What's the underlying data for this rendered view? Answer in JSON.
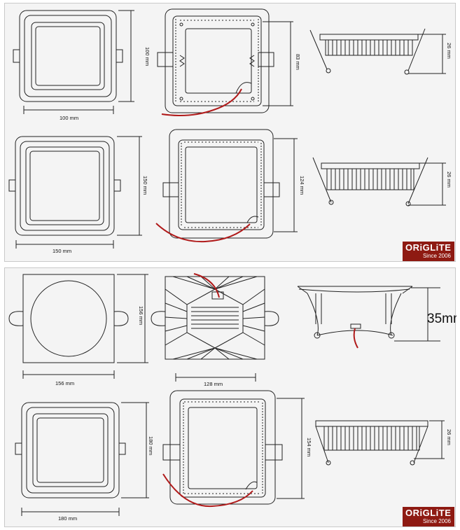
{
  "brand": {
    "name": "ORiGLiTE",
    "since": "Since 2006",
    "color": "#8e1a12"
  },
  "top_panel": {
    "small": {
      "width_label": "100 mm",
      "height_label": "100 mm",
      "cutout_label": "83 mm",
      "depth_label": "26 mm"
    },
    "large": {
      "width_label": "150 mm",
      "height_label": "150 mm",
      "cutout_label": "124 mm",
      "depth_label": "26 mm"
    }
  },
  "bottom_panel": {
    "round": {
      "width_label": "156 mm",
      "height_label": "156 mm",
      "cutout_label": "128 mm",
      "depth_label": "35mm"
    },
    "square": {
      "width_label": "180 mm",
      "height_label": "180 mm",
      "cutout_label": "154 mm",
      "depth_label": "26 mm"
    }
  },
  "colors": {
    "line": "#222222",
    "wire": "#b01a1a",
    "panel_bg": "#f4f4f4"
  }
}
